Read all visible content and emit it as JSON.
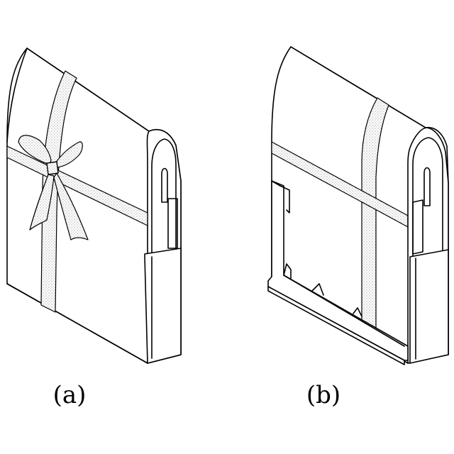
{
  "figures": [
    {
      "id": "a",
      "label": "(a)",
      "description_hidden": false
    },
    {
      "id": "b",
      "label": "(b)"
    }
  ],
  "colors": {
    "line": "#000000",
    "paper": "#ffffff",
    "ribbon_fill": "#f2f2f2"
  },
  "icons": {
    "figure_a": "wrapped-gift-box-with-ribbon-bow",
    "figure_b": "gift-box-with-ribbon-and-opened-flap"
  }
}
